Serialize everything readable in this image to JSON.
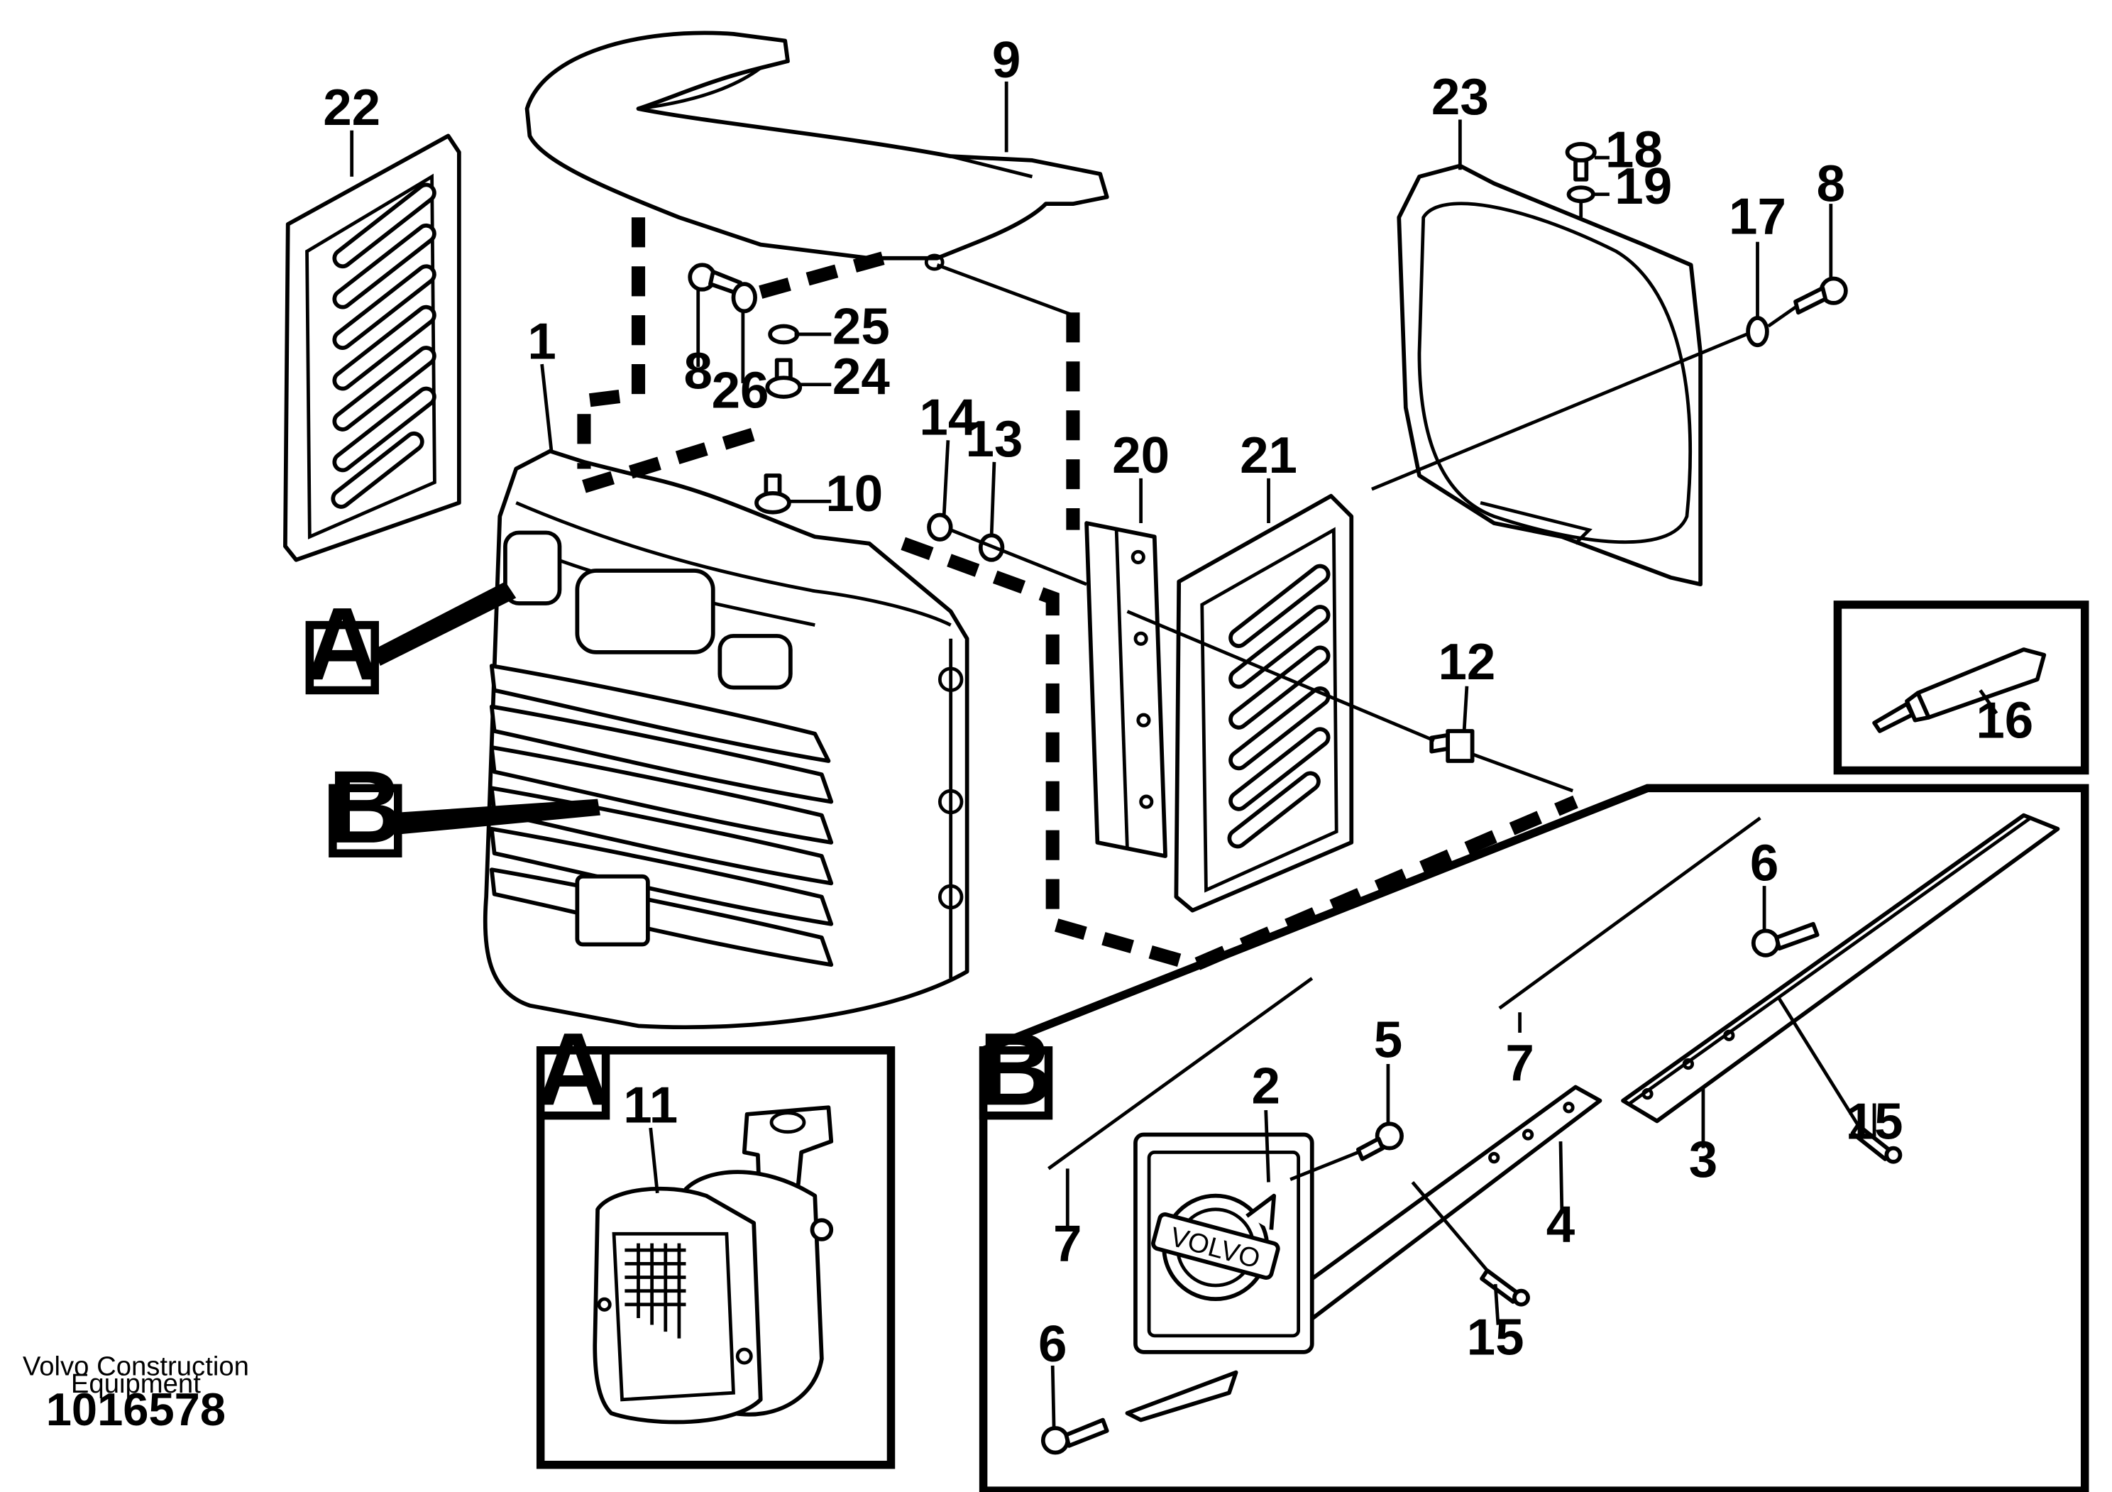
{
  "footer": {
    "brand_line1": "Volvo Construction",
    "brand_line2": "Equipment",
    "doc_number": "1016578"
  },
  "callouts": {
    "c1": "1",
    "c2": "2",
    "c3": "3",
    "c4": "4",
    "c5": "5",
    "c6a": "6",
    "c6b": "6",
    "c7a": "7",
    "c7b": "7",
    "c8a": "8",
    "c8b": "8",
    "c9": "9",
    "c10": "10",
    "c11": "11",
    "c12": "12",
    "c13": "13",
    "c14": "14",
    "c15a": "15",
    "c15b": "15",
    "c16": "16",
    "c17": "17",
    "c18": "18",
    "c19": "19",
    "c20": "20",
    "c21": "21",
    "c22": "22",
    "c23": "23",
    "c24": "24",
    "c25": "25",
    "c26": "26"
  },
  "detail_tags": {
    "a_pointer": "A",
    "b_pointer": "B",
    "a_box": "A",
    "b_box": "B"
  },
  "logo_text": "VOLVO"
}
